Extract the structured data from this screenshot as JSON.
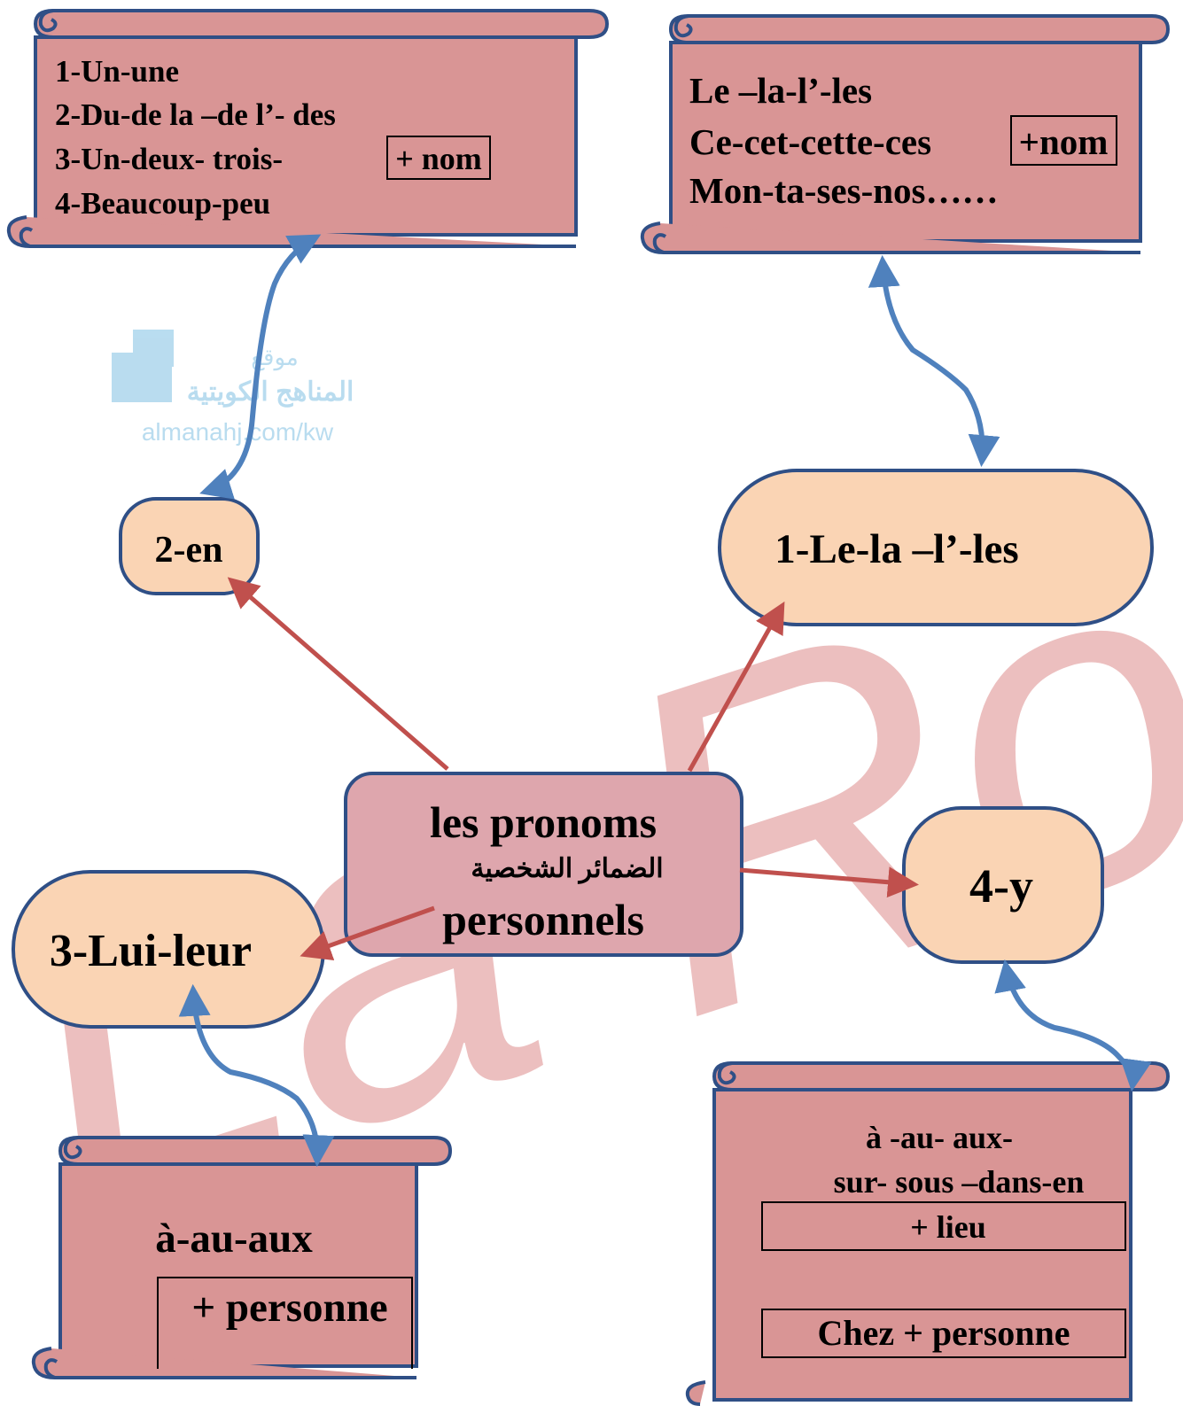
{
  "colors": {
    "scroll_fill": "#d99595",
    "pill_fill": "#fad4b4",
    "outline": "#2f4f86",
    "red_arrow": "#c0504d",
    "blue_arrow": "#4f81bd",
    "watermark_red": "#e9b5b5",
    "watermark_blue": "#a8d4ec"
  },
  "center": {
    "title_line1": "les pronoms",
    "arabic": "الضمائر الشخصية",
    "title_line2": "personnels"
  },
  "nodes": {
    "le_la": "1-Le-la –l’-les",
    "en": "2-en",
    "lui_leur": "3-Lui-leur",
    "y": "4-y"
  },
  "scroll_en": {
    "lines": [
      "1-Un-une",
      "2-Du-de la –de l’- des",
      "3-Un-deux- trois-",
      "4-Beaucoup-peu"
    ],
    "box": "+ nom"
  },
  "scroll_le": {
    "lines": [
      "Le –la-l’-les",
      "Ce-cet-cette-ces",
      "Mon-ta-ses-nos……"
    ],
    "box": "+nom"
  },
  "scroll_lui": {
    "line": "à-au-aux",
    "box": "+ personne"
  },
  "scroll_y": {
    "line1": "à -au- aux-",
    "line2": "sur- sous –dans-en",
    "box1": "+ lieu",
    "box2": "Chez  + personne"
  },
  "watermark": {
    "site_ar_1": "موقع",
    "site_ar_2": "المناهج الكويتية",
    "url": "almanahj.com/kw",
    "script": "La Rose"
  }
}
